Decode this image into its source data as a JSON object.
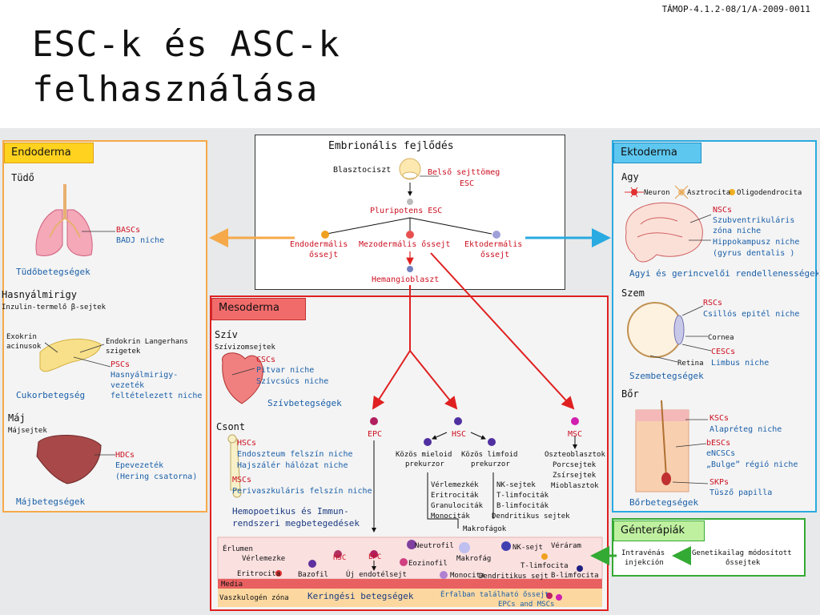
{
  "header": {
    "code": "TÁMOP-4.1.2-08/1/A-2009-0011",
    "title": "ESC-k és ASC-k felhasználása"
  },
  "center": {
    "title": "Embrionális fejlődés",
    "blastocyst": "Blasztociszt",
    "inner_mass_1": "Belső sejttömeg",
    "inner_mass_2": "ESC",
    "pluripotent": "Pluripotens ESC",
    "endo_1": "Endodermális",
    "endo_2": "őssejt",
    "meso": "Mezodermális őssejt",
    "ecto_1": "Ektodermális",
    "ecto_2": "őssejt",
    "hemangio": "Hemangioblaszt"
  },
  "endoderm": {
    "title": "Endoderma",
    "lung": "Tüdő",
    "basc_1": "BASCs",
    "basc_2": "BADJ niche",
    "lung_disease": "Tüdőbetegségek",
    "pancreas": "Hasnyálmirigy",
    "pancreas_sub": "Inzulin-termelő β-sejtek",
    "exo_1": "Exokrin",
    "exo_2": "acinusok",
    "endo_1": "Endokrin Langerhans",
    "endo_2": "szigetek",
    "psc_1": "PSCs",
    "psc_2": "Hasnyálmirigy-",
    "psc_3": "vezeték",
    "psc_4": "feltételezett niche",
    "diabetes": "Cukorbetegség",
    "liver": "Máj",
    "liver_sub": "Májsejtek",
    "hdc_1": "HDCs",
    "hdc_2": "Epevezeték",
    "hdc_3": "(Hering csatorna)",
    "liver_disease": "Májbetegségek"
  },
  "ectoderm": {
    "title": "Ektoderma",
    "brain": "Agy",
    "neuron": "Neuron",
    "astro": "Asztrocita",
    "oligo": "Oligodendrocita",
    "nsc_1": "NSCs",
    "nsc_2": "Szubventrikuláris",
    "nsc_3": "zóna niche",
    "nsc_4": "Hippokampusz niche",
    "nsc_5": "(gyrus  dentalis )",
    "brain_disease": "Agyi és gerincvelői rendellenességek",
    "eye": "Szem",
    "rsc_1": "RSCs",
    "rsc_2": "Csillós epitél niche",
    "cornea": "Cornea",
    "cesc_1": "CESCs",
    "cesc_2": "Limbus niche",
    "retina": "Retina",
    "eye_disease": "Szembetegségek",
    "skin": "Bőr",
    "ksc_1": "KSCs",
    "ksc_2": "Alapréteg niche",
    "besc_1": "bESCs",
    "besc_2": "eNCSCs",
    "besc_3": "„Bulge” régió niche",
    "skp_1": "SKPs",
    "skp_2": "Tüsző papilla",
    "skin_disease": "Bőrbetegségek"
  },
  "gene": {
    "title": "Génterápiák",
    "iv_1": "Intravénás",
    "iv_2": "injekción",
    "gm_1": "Genetikailag módosított",
    "gm_2": "őssejtek"
  },
  "mesoderm": {
    "title": "Mesoderma",
    "heart": "Szív",
    "heart_sub": "Szívizomsejtek",
    "csc_1": "CSCs",
    "csc_2": "Pitvar niche",
    "csc_3": "Szívcsúcs niche",
    "heart_disease": "Szívbetegségek",
    "bone": "Csont",
    "hsc_1": "HSCs",
    "hsc_2": "Endoszteum felszín niche",
    "hsc_3": "Hajszálér hálózat niche",
    "msc_1": "MSCs",
    "msc_2": "Perivaszkuláris felszín niche",
    "hemo_1": "Hemopoetikus és Immun-",
    "hemo_2": "rendszeri megbetegedések",
    "epc": "EPC",
    "hsc": "HSC",
    "msc": "MSC",
    "myeloid_1": "Közös mieloid",
    "myeloid_2": "prekurzor",
    "lymphoid_1": "Közös limfoid",
    "lymphoid_2": "prekurzor",
    "myeloid_list": [
      "Vérlemezkék",
      "Eritrociták",
      "Granulociták",
      "Monociták"
    ],
    "lymphoid_list": [
      "NK-sejtek",
      "T-limfociták",
      "B-limfociták",
      "Dendritikus sejtek"
    ],
    "macro": "Makrofágok",
    "msc_list": [
      "Oszteoblasztok",
      "Porcsejtek",
      "Zsírsejtek",
      "Mioblasztok"
    ]
  },
  "vessel": {
    "lumen": "Érlumen",
    "platelets": "Vérlemezke",
    "hsc": "HSC",
    "epc": "EPC",
    "neutro": "Neutrofil",
    "macro": "Makrofág",
    "nk": "NK-sejt",
    "flow": "Véráram",
    "eryth": "Eritrocita",
    "baso": "Bazofil",
    "endo": "Új endotélsejt",
    "eosino": "Eozinofil",
    "mono": "Monocita",
    "tlymph": "T-limfocita",
    "dendr": "Dendritikus sejt",
    "blymph": "B-limfocita",
    "media": "Media",
    "vasc": "Vaszkulogén zóna",
    "disease": "Keringési betegségek",
    "wall_1": "Érfalban található őssejt",
    "wall_2": "EPCs and MSCs"
  },
  "colors": {
    "red": "#cc1122",
    "blue": "#1a5fa8",
    "endo": "#f5a94a",
    "ecto": "#29aae1",
    "meso": "#e02020",
    "gene": "#33aa33"
  }
}
